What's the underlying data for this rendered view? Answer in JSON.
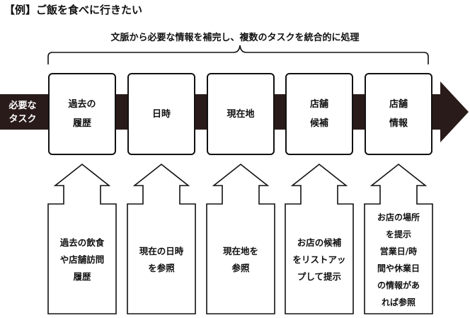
{
  "title": "【例】ご飯を食べに行きたい",
  "subtitle": "文脈から必要な情報を補完し、複数のタスクを統合的に処理",
  "main_arrow_label": "必要な\nタスク",
  "tasks": [
    {
      "label": "過去の\n履歴",
      "detail": "過去の飲食\nや店舗訪問\n履歴"
    },
    {
      "label": "日時",
      "detail": "現在の日時\nを参照"
    },
    {
      "label": "現在地",
      "detail": "現在地を\n参照"
    },
    {
      "label": "店舗\n候補",
      "detail": "お店の候補\nをリストアッ\nプして提示"
    },
    {
      "label": "店舗\n情報",
      "detail": "お店の場所\nを提示\n営業日/時\n間や休業日\nの情報があ\nれば参照"
    }
  ],
  "colors": {
    "arrow": "#2a1b1b",
    "stroke": "#111111",
    "background": "#ffffff"
  }
}
